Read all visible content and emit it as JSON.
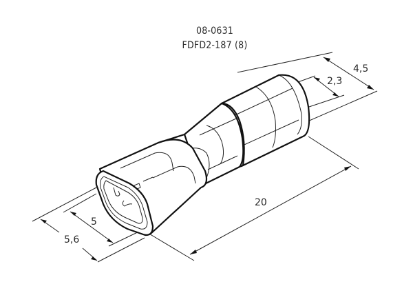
{
  "header": {
    "part_number": "08-0631",
    "model": "FDFD2-187 (8)"
  },
  "dimensions": {
    "outer_diameter": "4,5",
    "inner_diameter": "2,3",
    "length": "20",
    "inner_width": "5",
    "outer_width": "5,6"
  },
  "colors": {
    "line": "#111111",
    "text": "#2a2a2a",
    "background": "#ffffff"
  }
}
